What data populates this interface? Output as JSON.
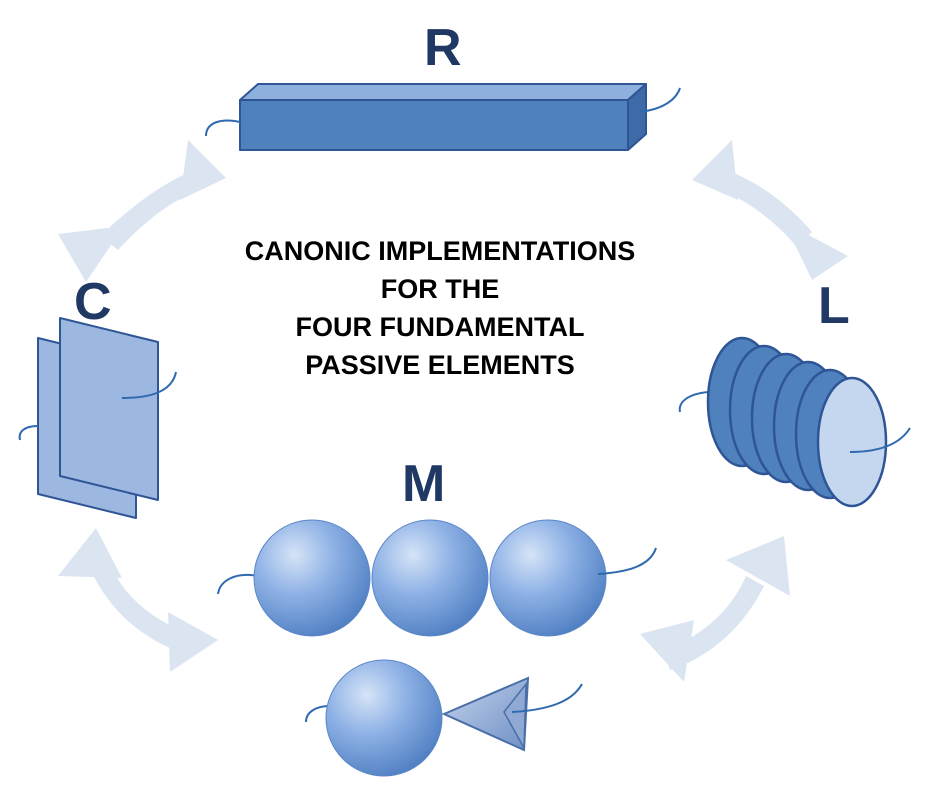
{
  "title_lines": [
    "CANONIC IMPLEMENTATIONS",
    "FOR THE",
    "FOUR FUNDAMENTAL",
    "PASSIVE ELEMENTS"
  ],
  "elements": {
    "resistor": "R",
    "inductor": "L",
    "capacitor": "C",
    "memristor": "M"
  },
  "colors": {
    "label": "#1f3864",
    "shape_fill": "#4f81bd",
    "shape_stroke": "#2f5597",
    "arrow": "#dbe5f1",
    "sphere_light": "#a9c4ea",
    "sphere_dark": "#5a86c8"
  }
}
